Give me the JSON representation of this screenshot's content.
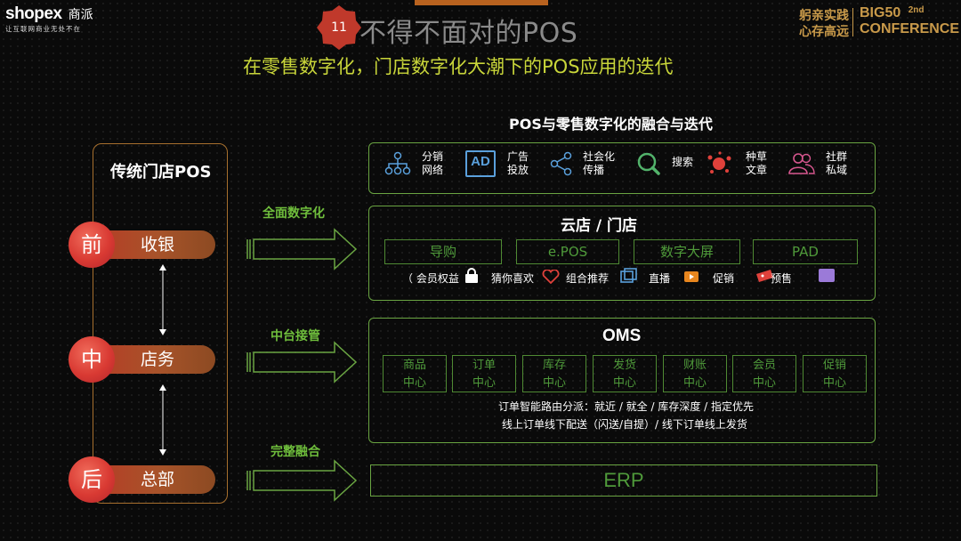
{
  "header": {
    "logo_text": "shopex",
    "logo_cn": "商派",
    "logo_tagline": "让互联网商业无处不在",
    "slide_number": "11",
    "title": "不得不面对的POS",
    "subtitle": "在零售数字化，门店数字化大潮下的POS应用的迭代",
    "right_cn_line1": "躬亲实践",
    "right_cn_line2": "心存高远",
    "right_event_line1": "BIG50",
    "right_event_sup": "2nd",
    "right_event_line2": "CONFERENCE"
  },
  "left": {
    "title": "传统门店POS",
    "stages": [
      {
        "circle": "前",
        "label": "收银"
      },
      {
        "circle": "中",
        "label": "店务"
      },
      {
        "circle": "后",
        "label": "总部"
      }
    ]
  },
  "arrows": [
    {
      "label": "全面数字化"
    },
    {
      "label": "中台接管"
    },
    {
      "label": "完整融合"
    }
  ],
  "right": {
    "title": "POS与零售数字化的融合与迭代",
    "channels": [
      {
        "line1": "分销",
        "line2": "网络",
        "icon": "distribution-icon"
      },
      {
        "line1": "广告",
        "line2": "投放",
        "icon": "ad-icon",
        "icon_text": "AD"
      },
      {
        "line1": "社会化",
        "line2": "传播",
        "icon": "share-icon"
      },
      {
        "line1": "搜索",
        "line2": "",
        "icon": "search-icon"
      },
      {
        "line1": "种草",
        "line2": "文章",
        "icon": "seeding-icon"
      },
      {
        "line1": "社群",
        "line2": "私域",
        "icon": "community-icon"
      }
    ],
    "cloud_store": {
      "title": "云店 / 门店",
      "boxes": [
        "导购",
        "e.POS",
        "数字大屏",
        "PAD"
      ],
      "tags": [
        "（ 会员权益",
        "猜你喜欢",
        "组合推荐",
        "直播",
        "促销",
        "预售"
      ]
    },
    "oms": {
      "title": "OMS",
      "modules": [
        {
          "l1": "商品",
          "l2": "中心"
        },
        {
          "l1": "订单",
          "l2": "中心"
        },
        {
          "l1": "库存",
          "l2": "中心"
        },
        {
          "l1": "发货",
          "l2": "中心"
        },
        {
          "l1": "财账",
          "l2": "中心"
        },
        {
          "l1": "会员",
          "l2": "中心"
        },
        {
          "l1": "促销",
          "l2": "中心"
        }
      ],
      "note1": "订单智能路由分派：就近 / 就全 / 库存深度 / 指定优先",
      "note2": "线上订单线下配送（闪送/自提）/ 线下订单线上发货"
    },
    "erp": "ERP"
  },
  "colors": {
    "green_border": "#6aa542",
    "green_text": "#6fbe3c",
    "red": "#d93a33",
    "subtitle": "#c9d63a"
  }
}
